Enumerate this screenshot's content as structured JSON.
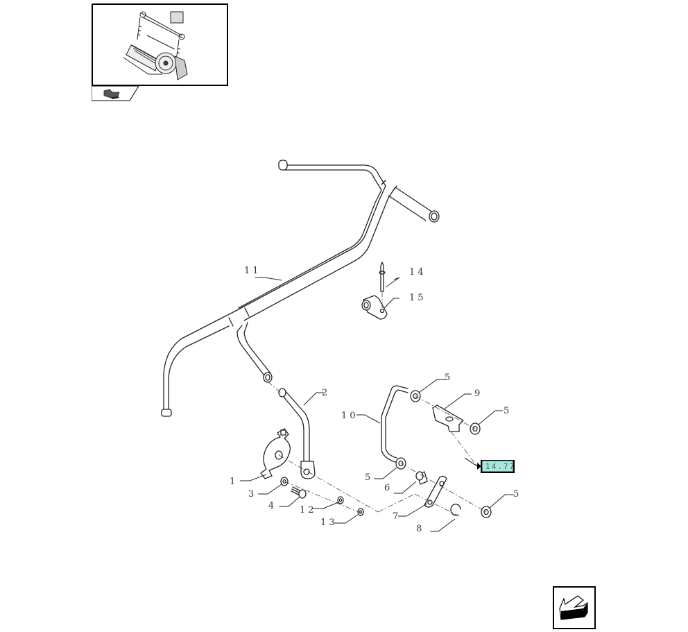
{
  "thumbnail": {
    "description": "Assembly overview thumbnail",
    "tab_icon": "assembly-nav-icon"
  },
  "diagram": {
    "callouts": [
      {
        "id": "1",
        "label": "1"
      },
      {
        "id": "2",
        "label": "2"
      },
      {
        "id": "3",
        "label": "3"
      },
      {
        "id": "4",
        "label": "4"
      },
      {
        "id": "5a",
        "label": "5"
      },
      {
        "id": "5b",
        "label": "5"
      },
      {
        "id": "5c",
        "label": "5"
      },
      {
        "id": "5d",
        "label": "5"
      },
      {
        "id": "6",
        "label": "6"
      },
      {
        "id": "7",
        "label": "7"
      },
      {
        "id": "8",
        "label": "8"
      },
      {
        "id": "9",
        "label": "9"
      },
      {
        "id": "10",
        "label": "10"
      },
      {
        "id": "11",
        "label": "11"
      },
      {
        "id": "12",
        "label": "12"
      },
      {
        "id": "13",
        "label": "13"
      },
      {
        "id": "14",
        "label": "14"
      },
      {
        "id": "15",
        "label": "15"
      }
    ],
    "reference_link": {
      "label": "14.77",
      "color": "#a8e6dc"
    }
  },
  "navigation": {
    "next_icon": "arrow-next-icon"
  }
}
